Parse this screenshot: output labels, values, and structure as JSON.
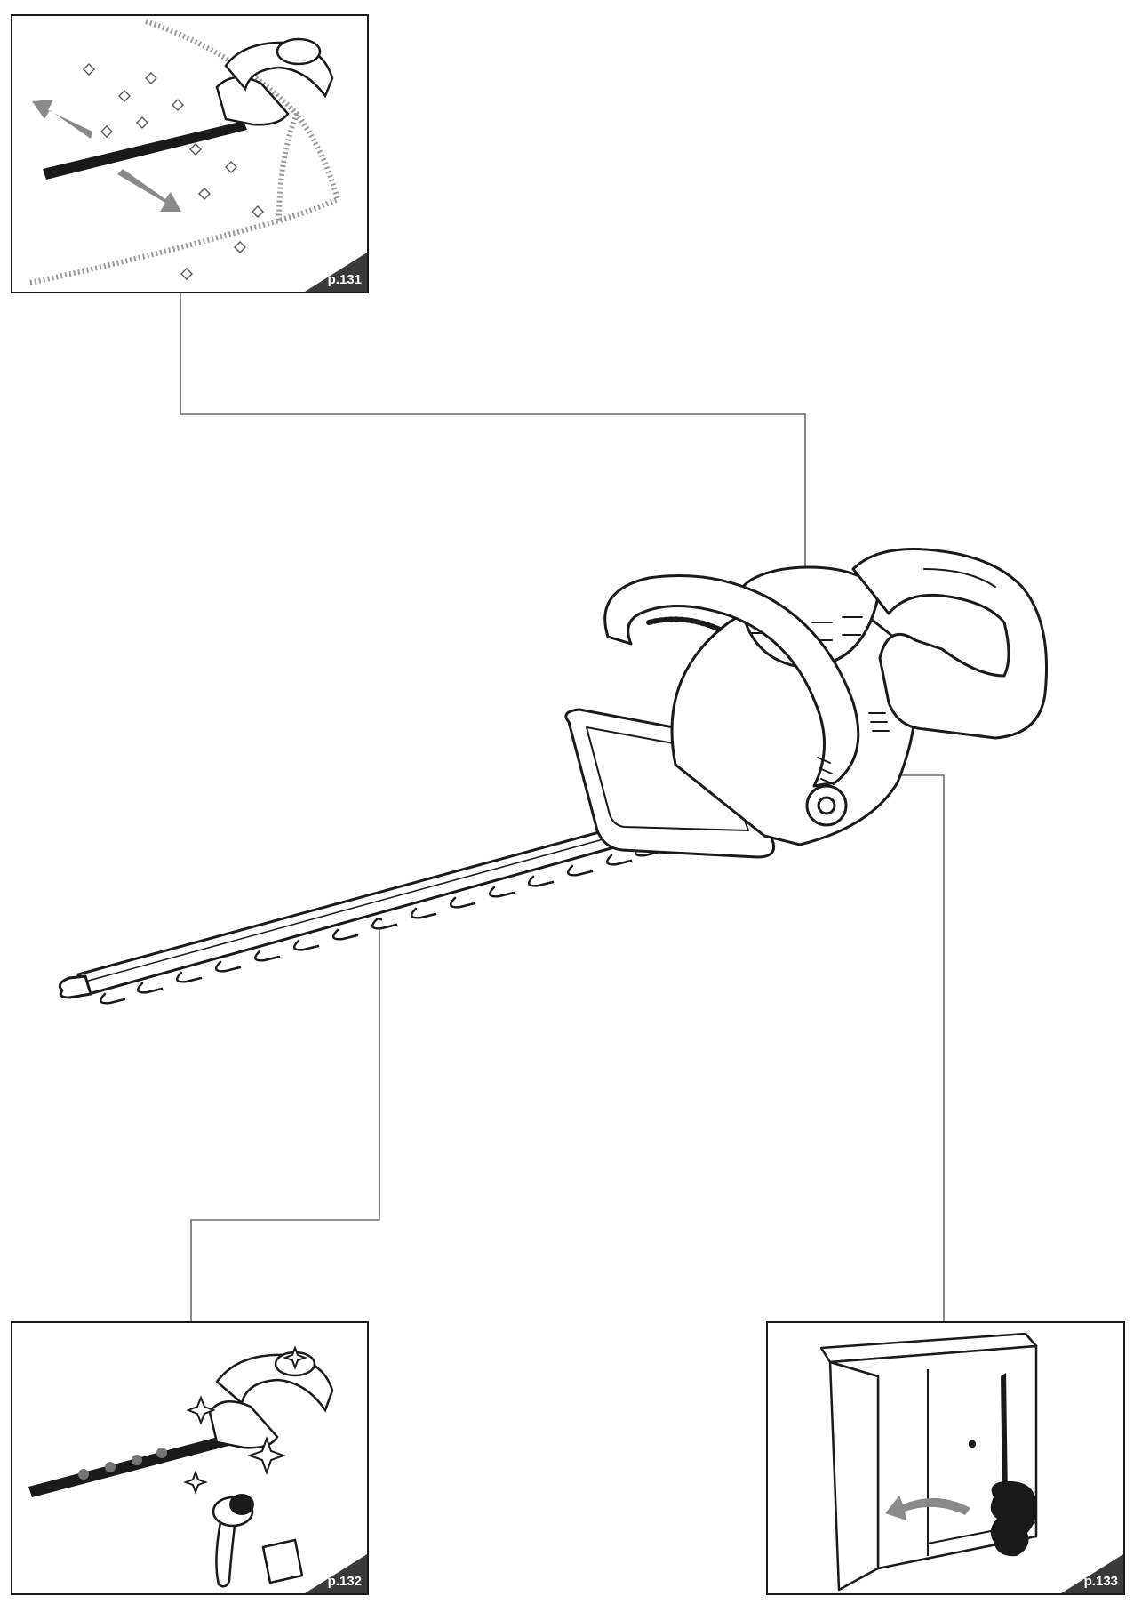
{
  "panels": {
    "cutting": {
      "page_ref": "p.131",
      "icon": "hedge-trimming-illustration"
    },
    "cleaning": {
      "page_ref": "p.132",
      "icon": "cleaning-illustration"
    },
    "storage": {
      "page_ref": "p.133",
      "icon": "storage-cabinet-illustration"
    }
  },
  "colors": {
    "line": "#1a1a1a",
    "tag": "#3a3a3a",
    "foliage": "#9a9a9a",
    "arrow": "#8a8a8a"
  }
}
